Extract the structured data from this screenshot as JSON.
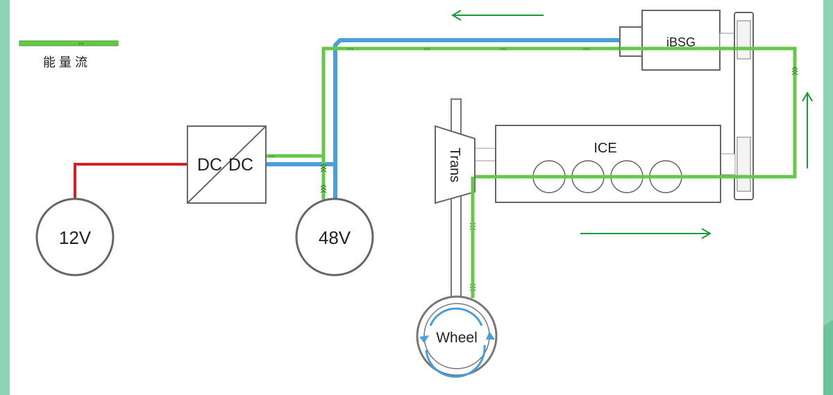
{
  "legend": {
    "label": "能量流"
  },
  "nodes": {
    "battery_12v": "12V",
    "battery_48v": "48V",
    "dcdc_left": "DC",
    "dcdc_right": "DC",
    "ibsg": "iBSG",
    "ice": "ICE",
    "trans": "Trans",
    "wheel": "Wheel"
  },
  "colors": {
    "energy_flow": "#66c84a",
    "electric_48v": "#4a9fdb",
    "electric_12v": "#d42020",
    "component_stroke": "#666666",
    "arrow": "#1a9a3a",
    "side_accent": "#8dd4b4"
  }
}
